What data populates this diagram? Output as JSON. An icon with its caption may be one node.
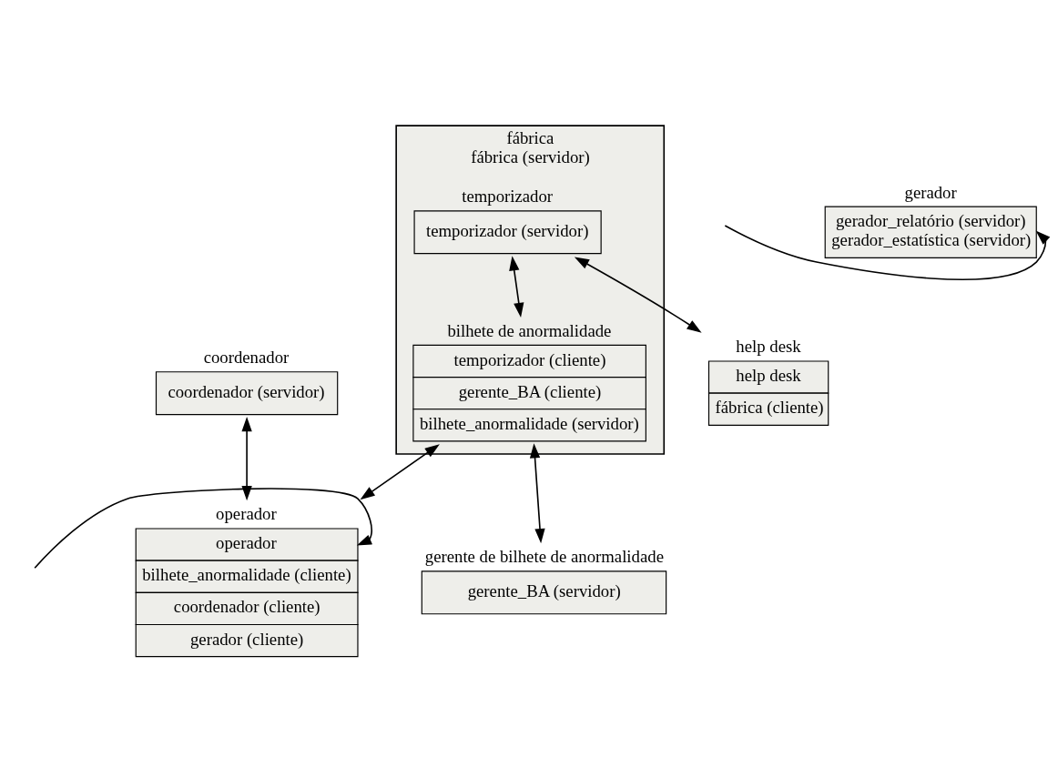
{
  "diagram": {
    "nodes": [
      {
        "text": [
          "gerente de bilhete de anormalidade",
          "gerente_BA (servidor)"
        ]
      },
      {
        "text": [
          "gerador",
          "gerador_relatório (servidor)",
          "gerador_estatística (servidor)"
        ]
      },
      {
        "text": [
          "fábrica",
          "fábrica (servidor)"
        ]
      },
      {
        "text": [
          "bilhete de anormalidade",
          "temporizador (cliente)",
          "gerente_BA (cliente)",
          "bilhete_anormalidade (servidor)"
        ],
        "in": 2
      },
      {
        "text": [
          "temporizador",
          "temporizador (servidor)"
        ],
        "in": 2
      },
      {
        "text": [
          "coordenador",
          "coordenador (servidor)"
        ]
      },
      {
        "text": [
          "operador",
          "operador",
          "bilhete_anormalidade (cliente)",
          "coordenador (cliente)",
          "gerador (cliente)"
        ]
      },
      {
        "text": [
          "help desk",
          "help desk",
          "fábrica (cliente)"
        ]
      }
    ],
    "edges": [
      {
        "from": 3,
        "to": 0,
        "arrow": "both"
      },
      {
        "from": 4,
        "to": 3,
        "arrow": "both"
      },
      {
        "from": 4,
        "to": 7,
        "arrow": "both"
      },
      {
        "from": 3,
        "to": 6,
        "arrow": "both"
      },
      {
        "from": 5,
        "to": 6,
        "arrow": "both"
      },
      {
        "from": null,
        "to": 1,
        "arrow": "to"
      },
      {
        "from": null,
        "to": 6,
        "arrow": "to"
      }
    ]
  }
}
